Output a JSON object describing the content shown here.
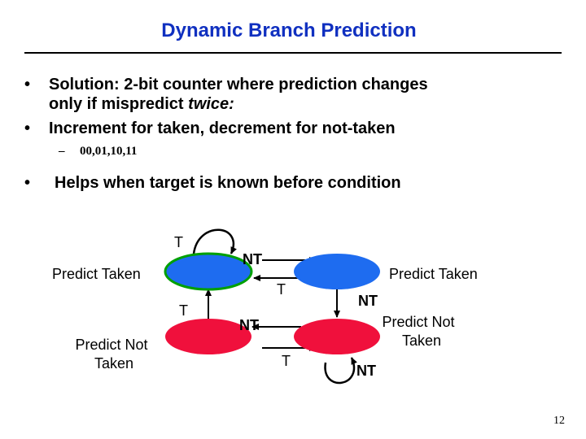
{
  "slide": {
    "title": "Dynamic Branch Prediction",
    "page_number": "12"
  },
  "bullets": [
    {
      "line1": "Solution: 2-bit counter where prediction changes",
      "line2_a": "only if mispredict ",
      "line2_b": "twice:"
    },
    {
      "text": "Increment for taken, decrement for not-taken",
      "sub": "00,01,10,11"
    },
    {
      "text": "Helps when target is known before condition"
    }
  ],
  "diagram": {
    "states": [
      {
        "label": "Predict Taken",
        "color": "#1e6cf0"
      },
      {
        "label": "Predict Taken",
        "color": "#1e6cf0"
      },
      {
        "label_line1": "Predict Not",
        "label_line2": "Taken",
        "color": "#f0103c"
      },
      {
        "label_line1": "Predict Not",
        "label_line2": "Taken",
        "color": "#f0103c"
      }
    ],
    "transitions": {
      "t_self_top": "T",
      "nt_top": "NT",
      "t_top_return": "T",
      "t_left_up": "T",
      "nt_right_down": "NT",
      "nt_bottom": "NT",
      "t_bottom": "T",
      "nt_self_bottom": "NT"
    },
    "outline_color": "#00a000"
  }
}
